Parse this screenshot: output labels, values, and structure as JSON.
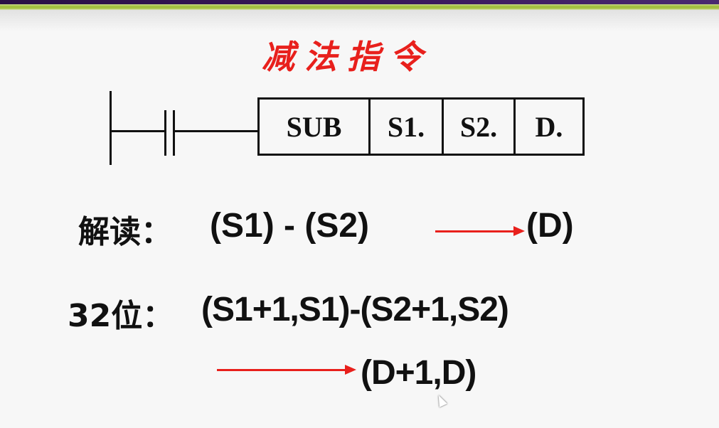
{
  "slide": {
    "title": "减法指令",
    "colors": {
      "title": "#e8201c",
      "arrow": "#e8201c",
      "text": "#111111",
      "accent_bar": "#a9c34a",
      "top_bar": "#3b1a5e"
    },
    "ladder": {
      "instruction_cells": [
        "SUB",
        "S1.",
        "S2.",
        "D."
      ]
    },
    "interpretation": {
      "label": "解读：",
      "expression": "(S1) - (S2)",
      "arrow": "arrow-right",
      "result": "(D)"
    },
    "bit32": {
      "label": "32位：",
      "expression": "(S1+1,S1)-(S2+1,S2)",
      "arrow": "arrow-right",
      "result": "(D+1,D)"
    }
  }
}
